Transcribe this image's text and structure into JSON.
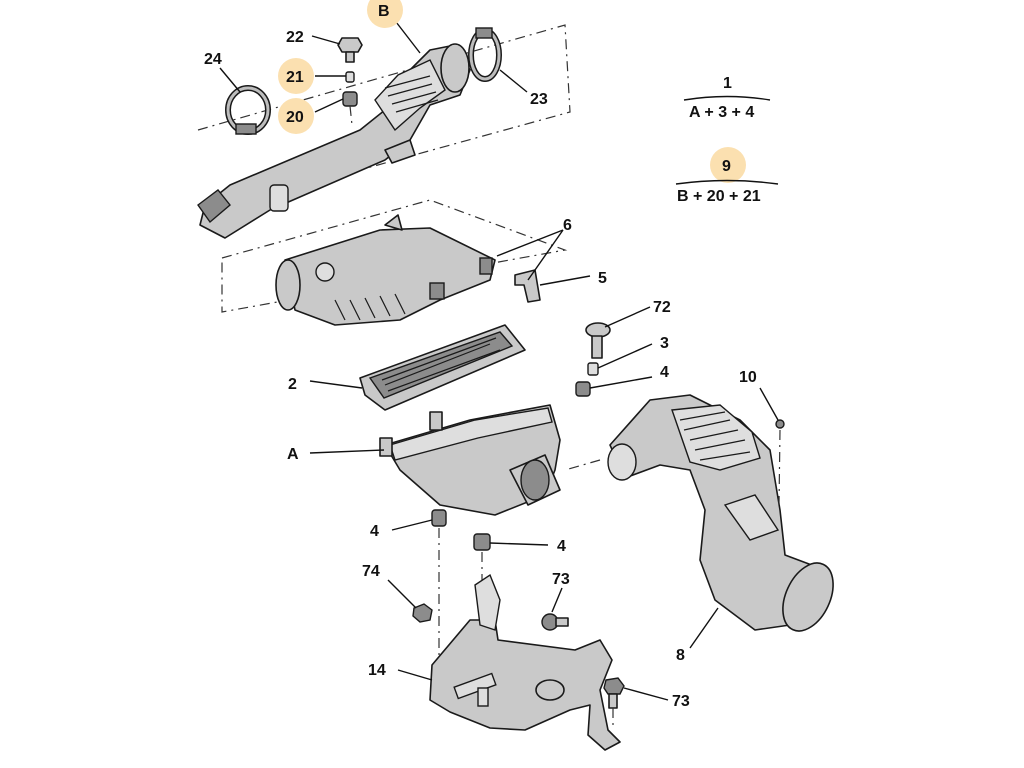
{
  "callouts": {
    "c22": "22",
    "cB": "B",
    "c24": "24",
    "c21": "21",
    "c20": "20",
    "c23": "23",
    "c1": "1",
    "c9": "9",
    "c6": "6",
    "c5": "5",
    "c72": "72",
    "c3": "3",
    "c2": "2",
    "c4a": "4",
    "c10": "10",
    "cA": "A",
    "c4b": "4",
    "c4c": "4",
    "c74": "74",
    "c73a": "73",
    "c14": "14",
    "c8": "8",
    "c73b": "73"
  },
  "formulas": {
    "f1": "A + 3 + 4",
    "f9": "B + 20 + 21"
  },
  "colors": {
    "highlight": "#fbe0b0",
    "part_fill": "#c9c9c9",
    "outline": "#1a1a1a"
  }
}
